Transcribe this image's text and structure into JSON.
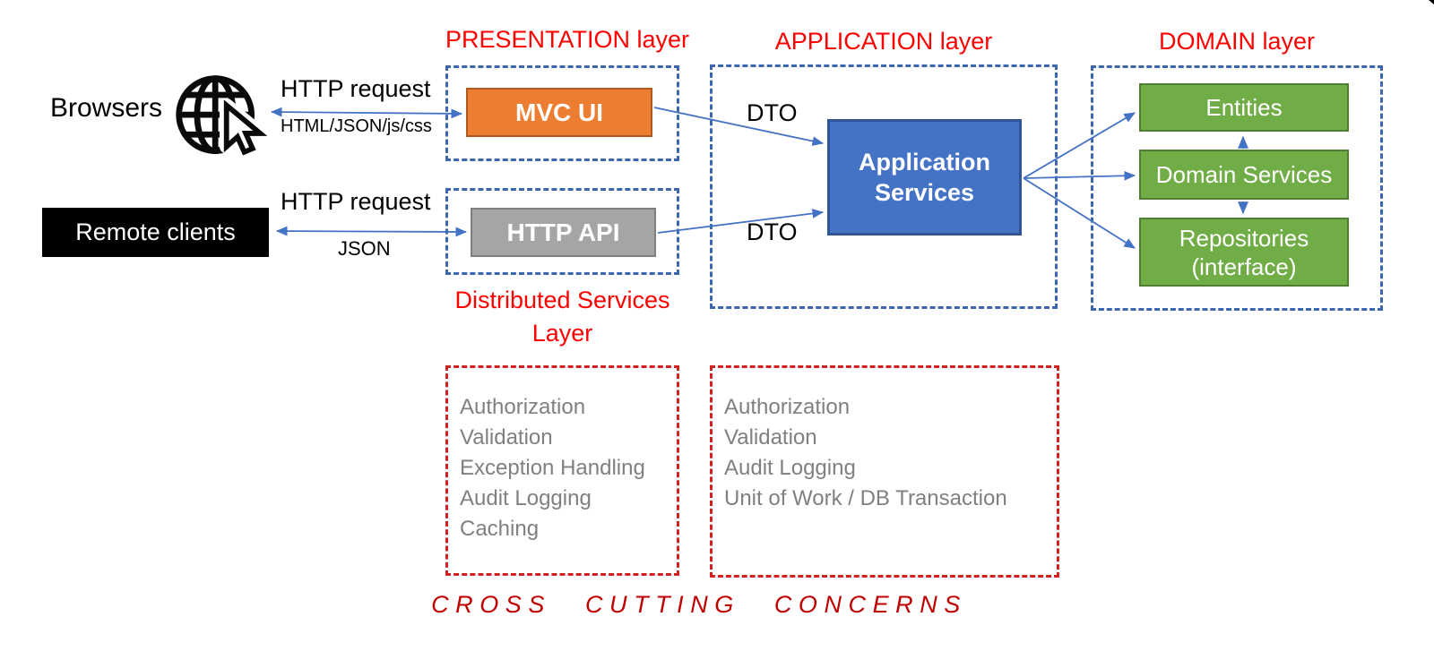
{
  "clients": {
    "browsers_label": "Browsers",
    "browsers_link": {
      "label_top": "HTTP request",
      "label_bottom": "HTML/JSON/js/css"
    },
    "remote_label": "Remote clients",
    "remote_link": {
      "label_top": "HTTP request",
      "label_bottom": "JSON"
    }
  },
  "presentation": {
    "title": "PRESENTATION layer",
    "mvc_ui_label": "MVC UI",
    "http_api_label": "HTTP API",
    "distributed_title": {
      "line1": "Distributed Services",
      "line2": "Layer"
    },
    "concerns": [
      "Authorization",
      "Validation",
      "Exception Handling",
      "Audit Logging",
      "Caching"
    ]
  },
  "application": {
    "title": "APPLICATION layer",
    "service_label": {
      "line1": "Application",
      "line2": "Services"
    },
    "dto_top_label": "DTO",
    "dto_bottom_label": "DTO",
    "concerns": [
      "Authorization",
      "Validation",
      "Audit Logging",
      "Unit of Work / DB Transaction"
    ]
  },
  "domain": {
    "title": "DOMAIN layer",
    "entities_label": "Entities",
    "domain_services_label": "Domain Services",
    "repositories_label": {
      "line1": "Repositories",
      "line2": "(interface)"
    }
  },
  "footer": {
    "cross_cutting_label": "CROSS CUTTING CONCERNS"
  },
  "colors": {
    "arrow_blue": "#4472C4",
    "layer_dash_blue": "#3C66AE",
    "red_title": "#FF0000",
    "red_dash": "#D02020",
    "cross_cutting_red": "#C00000",
    "orange_fill": "#ED7D31",
    "orange_border": "#AE5A21",
    "gray_fill": "#A5A5A5",
    "gray_border": "#7F7F7F",
    "blue_fill": "#4472C4",
    "blue_border": "#2F5597",
    "green_fill": "#70AD47",
    "green_border": "#507E32",
    "concern_text_gray": "#808080",
    "client_box_black": "#000000",
    "box_text_white": "#FFFFFF"
  }
}
